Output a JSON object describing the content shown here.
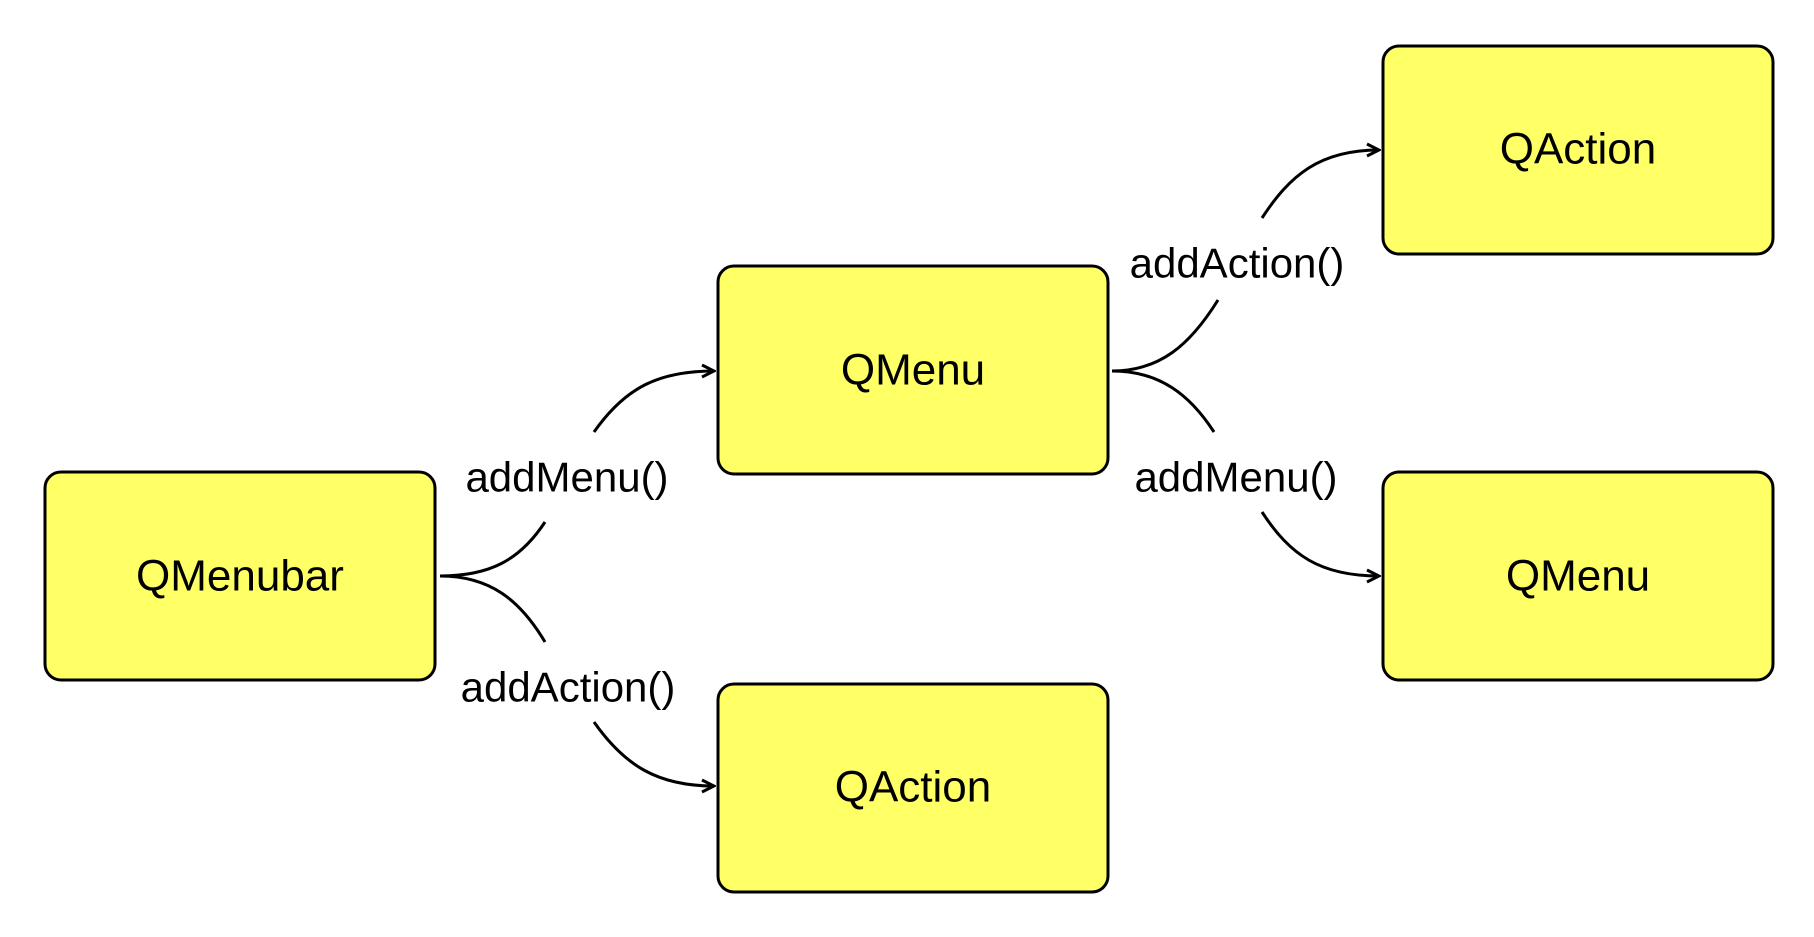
{
  "colors": {
    "node_fill": "#ffff66",
    "node_stroke": "#000000",
    "edge": "#000000",
    "background": "#ffffff"
  },
  "nodes": {
    "menubar": "QMenubar",
    "menu_center": "QMenu",
    "action_bottom": "QAction",
    "action_top_right": "QAction",
    "menu_right": "QMenu"
  },
  "edges": {
    "menubar_to_menu": "addMenu()",
    "menubar_to_action": "addAction()",
    "menu_to_action": "addAction()",
    "menu_to_menu": "addMenu()"
  }
}
